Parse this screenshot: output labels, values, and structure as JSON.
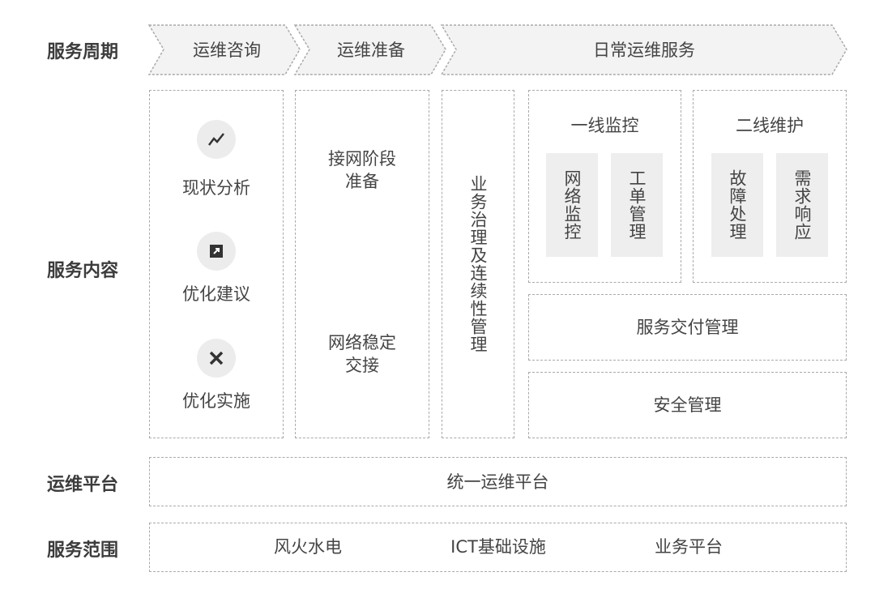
{
  "row_labels": {
    "cycle": "服务周期",
    "content": "服务内容",
    "platform": "运维平台",
    "scope": "服务范围"
  },
  "phases": [
    "运维咨询",
    "运维准备",
    "日常运维服务"
  ],
  "consulting": {
    "items": [
      {
        "label": "现状分析",
        "icon": "trend-line-icon"
      },
      {
        "label": "优化建议",
        "icon": "external-link-icon"
      },
      {
        "label": "优化实施",
        "icon": "tools-icon"
      }
    ]
  },
  "preparation": {
    "item1": [
      "接网阶段",
      "准备"
    ],
    "item2": [
      "网络稳定",
      "交接"
    ]
  },
  "continuity": "业务治理及连续性管理",
  "first_line": {
    "title": "一线监控",
    "items": [
      "网络监控",
      "工单管理"
    ]
  },
  "second_line": {
    "title": "二线维护",
    "items": [
      "故障处理",
      "需求响应"
    ]
  },
  "delivery": "服务交付管理",
  "security": "安全管理",
  "platform": "统一运维平台",
  "scope": [
    "风火水电",
    "ICT基础设施",
    "业务平台"
  ]
}
